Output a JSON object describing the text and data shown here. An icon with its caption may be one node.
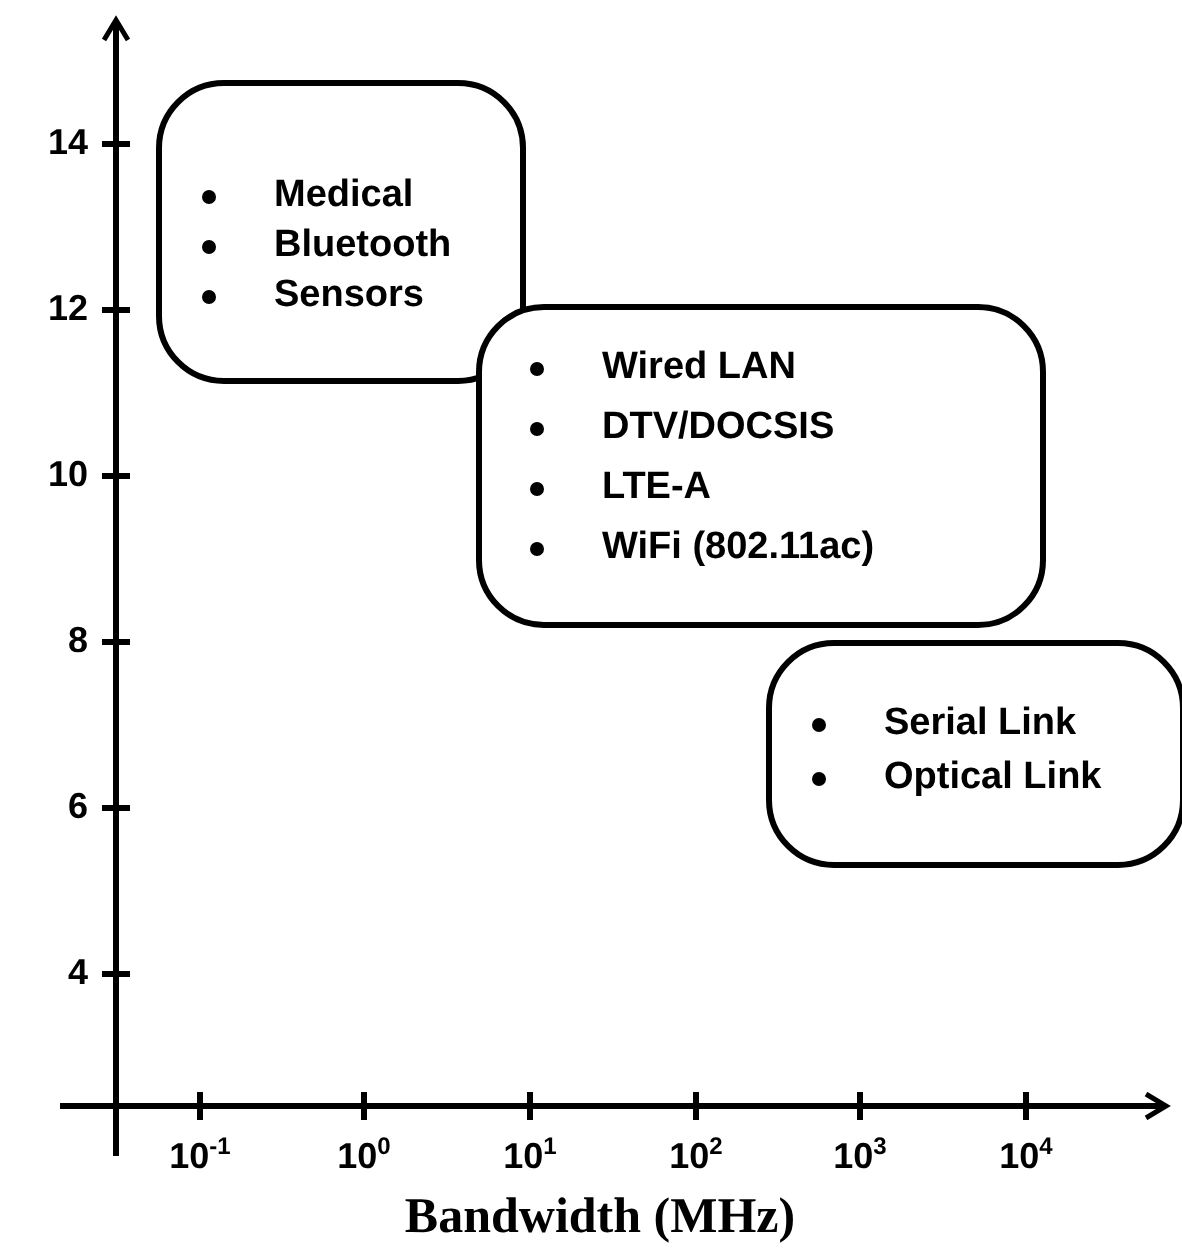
{
  "diagram": {
    "nodes": [
      {
        "text": [
          "Medical",
          "Bluetooth",
          "Sensors"
        ]
      },
      {
        "text": [
          "Wired LAN",
          "DTV/DOCSIS",
          "LTE-A",
          "WiFi (802.11ac)"
        ]
      },
      {
        "text": [
          "Serial Link",
          "Optical Link"
        ]
      }
    ],
    "edges": [],
    "labels": [
      "14",
      "12",
      "10",
      "8",
      "6",
      "4",
      "10$^{-1}$",
      "10$^{0}$",
      "10$^{1}$",
      "10$^{2}$",
      "10$^{3}$",
      "10$^{4}$",
      "Bandwidth (MHz)"
    ]
  }
}
